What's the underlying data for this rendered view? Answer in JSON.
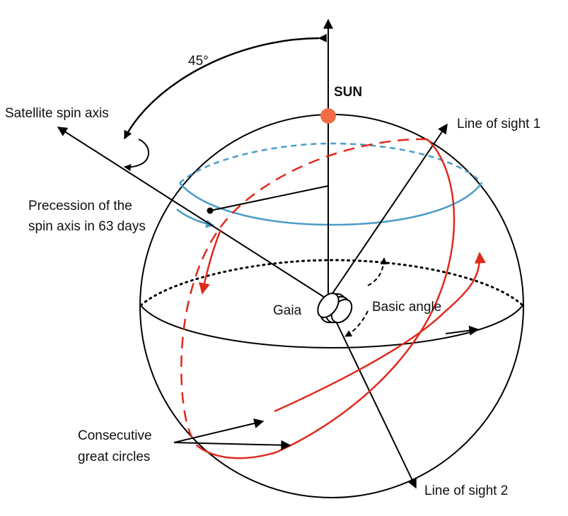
{
  "labels": {
    "angle_45": "45°",
    "sun": "SUN",
    "satellite_spin_axis": "Satellite spin axis",
    "line_of_sight_1": "Line of sight 1",
    "precession_line1": "Precession of the",
    "precession_line2": "spin axis in 63 days",
    "gaia": "Gaia",
    "basic_angle": "Basic angle",
    "consecutive_line1": "Consecutive",
    "consecutive_line2": "great circles",
    "line_of_sight_2": "Line of sight 2"
  },
  "colors": {
    "ink": "#000000",
    "sun": "#f26d45",
    "precession": "#4a9cc6",
    "great_circles": "#e0291c"
  }
}
